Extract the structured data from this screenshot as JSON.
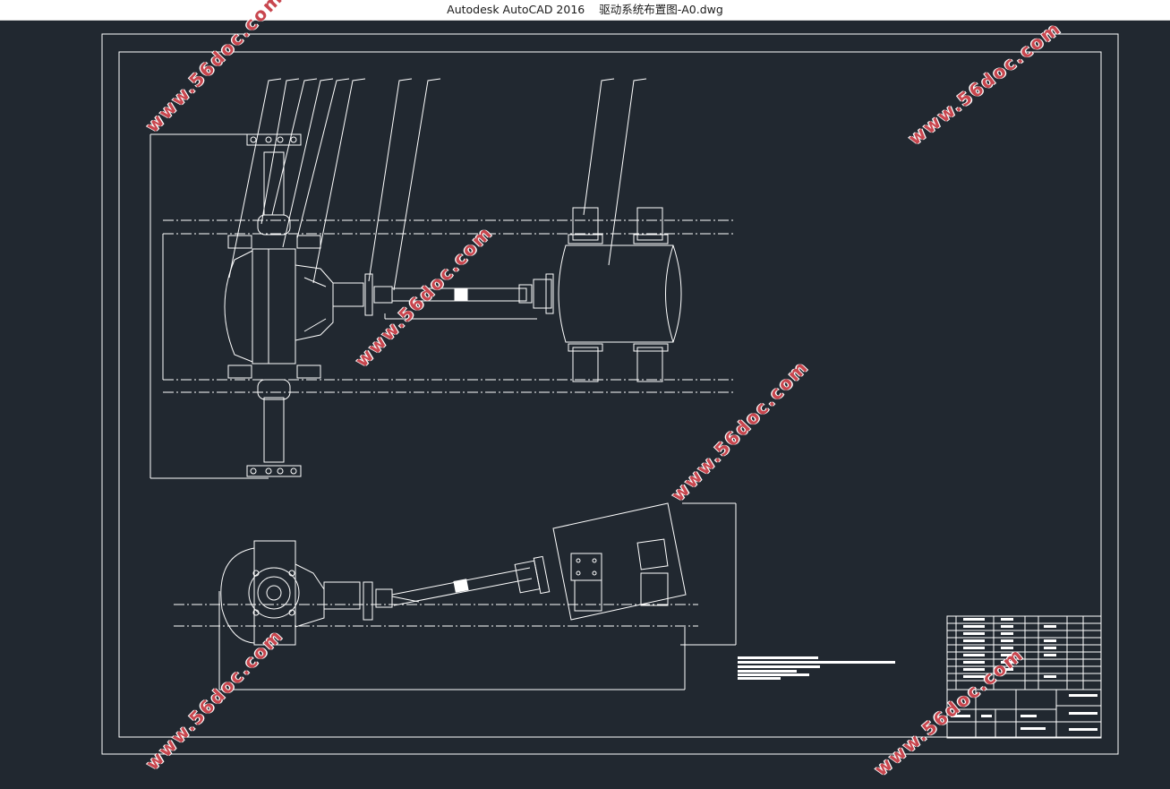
{
  "window": {
    "app_name": "Autodesk AutoCAD 2016",
    "file_name": "驱动系统布置图-A0.dwg"
  },
  "watermark": {
    "text": "www.56doc.com",
    "color": "#c8464e"
  },
  "colors": {
    "background": "#212830",
    "linework": "#ffffff"
  }
}
